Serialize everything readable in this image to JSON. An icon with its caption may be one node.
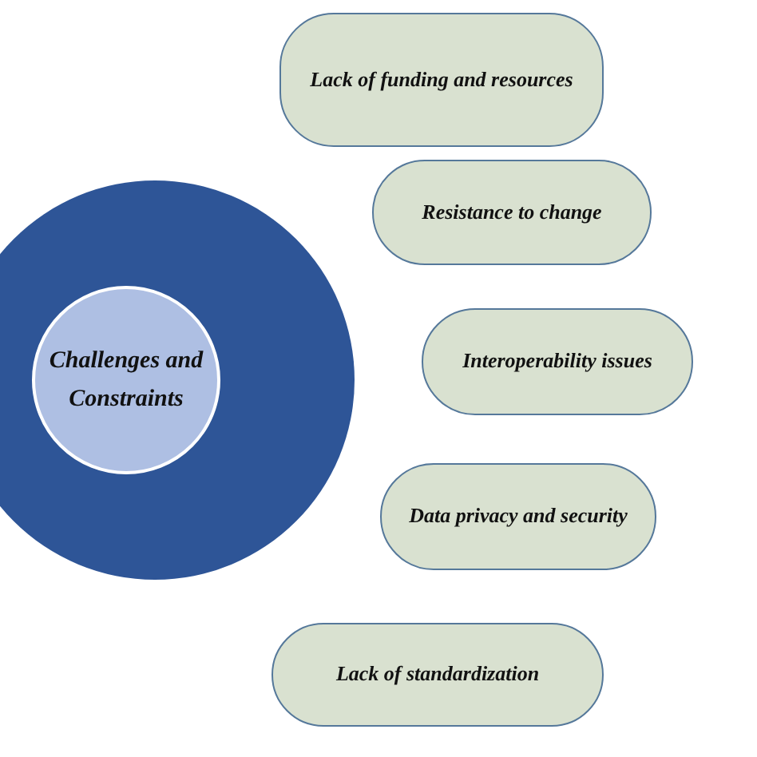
{
  "diagram": {
    "nodes": [
      {
        "text": [],
        "shape": "circle"
      },
      {
        "text": [
          "Challenges and Constraints"
        ],
        "in": 0
      },
      {
        "text": [
          "Lack of funding and resources"
        ]
      },
      {
        "text": [
          "Resistance to change"
        ]
      },
      {
        "text": [
          "Interoperability issues"
        ]
      },
      {
        "text": [
          "Data privacy and security"
        ]
      },
      {
        "text": [
          "Lack of standardization"
        ]
      }
    ],
    "edges": []
  }
}
